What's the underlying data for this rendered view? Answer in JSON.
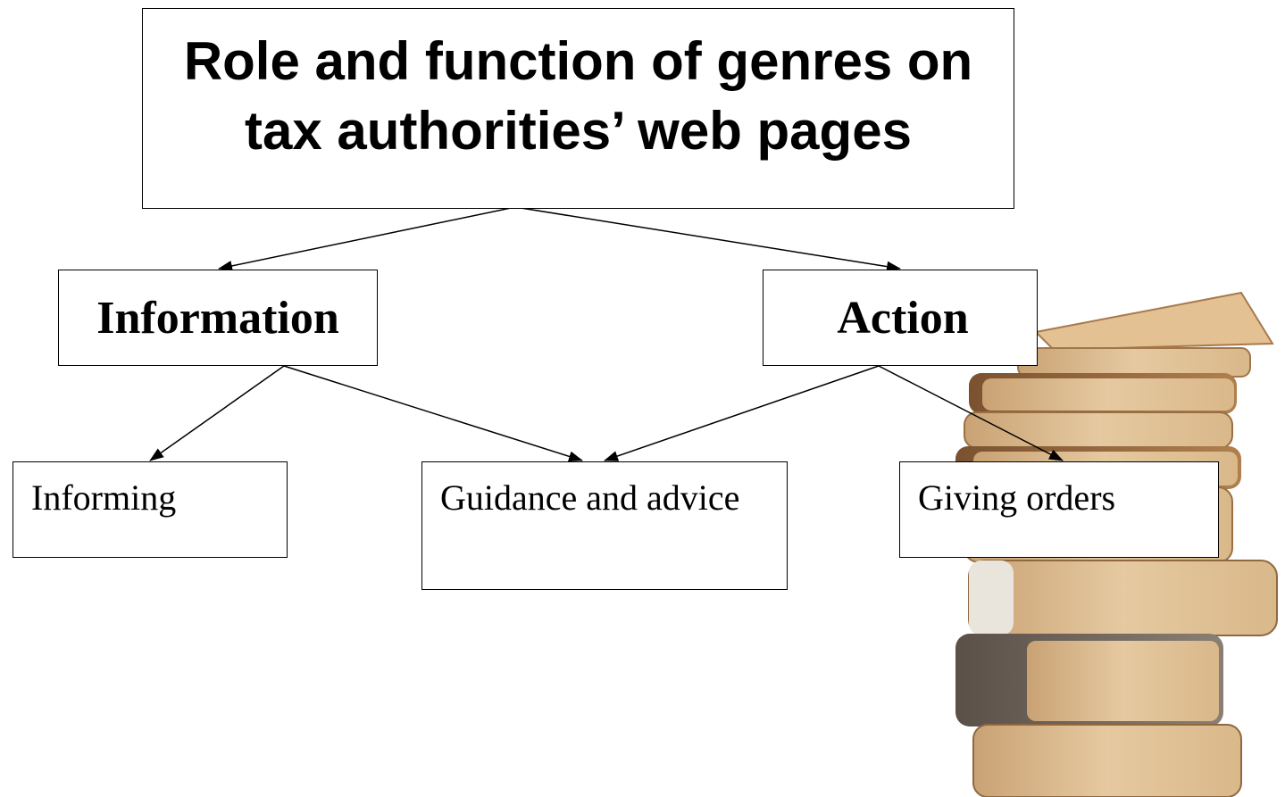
{
  "title": "Role and function of genres on\ntax authorities’ web pages",
  "level1": {
    "information": "Information",
    "action": "Action"
  },
  "level2": {
    "informing": "Informing",
    "guidance": "Guidance and advice",
    "giving_orders": "Giving orders"
  },
  "edges": [
    {
      "from": "title",
      "to": "Information"
    },
    {
      "from": "title",
      "to": "Action"
    },
    {
      "from": "Information",
      "to": "Informing"
    },
    {
      "from": "Information",
      "to": "Guidance and advice"
    },
    {
      "from": "Action",
      "to": "Guidance and advice"
    },
    {
      "from": "Action",
      "to": "Giving orders"
    }
  ],
  "decoration": "stack-of-books-image"
}
